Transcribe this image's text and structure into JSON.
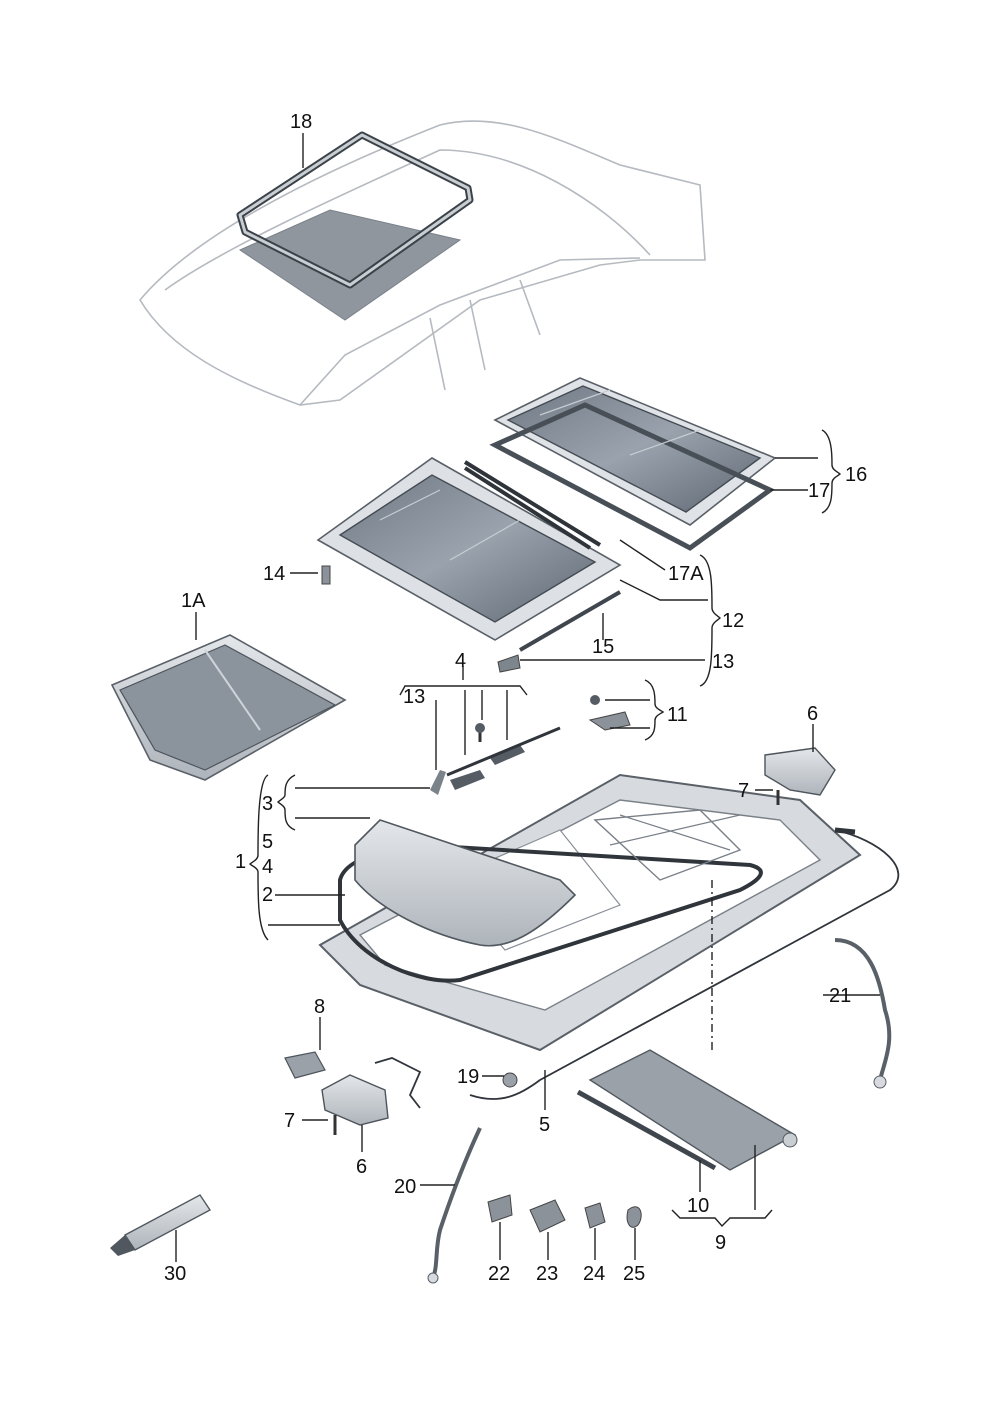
{
  "callouts": [
    {
      "id": "18",
      "text": "18"
    },
    {
      "id": "16",
      "text": "16"
    },
    {
      "id": "17",
      "text": "17"
    },
    {
      "id": "17A",
      "text": "17A"
    },
    {
      "id": "14",
      "text": "14"
    },
    {
      "id": "12",
      "text": "12"
    },
    {
      "id": "1A",
      "text": "1A"
    },
    {
      "id": "15",
      "text": "15"
    },
    {
      "id": "13a",
      "text": "13"
    },
    {
      "id": "4a",
      "text": "4"
    },
    {
      "id": "13b",
      "text": "13"
    },
    {
      "id": "11",
      "text": "11"
    },
    {
      "id": "6a",
      "text": "6"
    },
    {
      "id": "7a",
      "text": "7"
    },
    {
      "id": "3",
      "text": "3"
    },
    {
      "id": "5a",
      "text": "5"
    },
    {
      "id": "1",
      "text": "1"
    },
    {
      "id": "4b",
      "text": "4"
    },
    {
      "id": "2",
      "text": "2"
    },
    {
      "id": "21",
      "text": "21"
    },
    {
      "id": "8",
      "text": "8"
    },
    {
      "id": "19",
      "text": "19"
    },
    {
      "id": "7b",
      "text": "7"
    },
    {
      "id": "5b",
      "text": "5"
    },
    {
      "id": "6b",
      "text": "6"
    },
    {
      "id": "20",
      "text": "20"
    },
    {
      "id": "10",
      "text": "10"
    },
    {
      "id": "9",
      "text": "9"
    },
    {
      "id": "30",
      "text": "30"
    },
    {
      "id": "22",
      "text": "22"
    },
    {
      "id": "23",
      "text": "23"
    },
    {
      "id": "24",
      "text": "24"
    },
    {
      "id": "25",
      "text": "25"
    }
  ]
}
